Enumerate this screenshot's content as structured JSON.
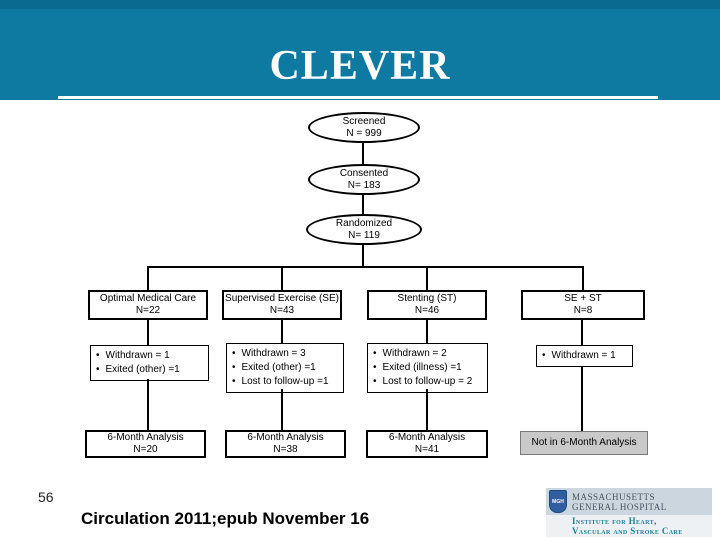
{
  "slide": {
    "title": "CLEVER",
    "page_number": "56",
    "citation": "Circulation 2011;epub November 16"
  },
  "colors": {
    "header_teal": "#0E7AA2",
    "header_top_strip": "#0B6A8F",
    "gray_outcome_box": "#C9C9C9",
    "logo_top_bg": "#CBD6DF",
    "logo_bottom_bg": "#EDF1F4",
    "logo_teal_text": "#1B7FA0",
    "shield_blue": "#2F5F9E"
  },
  "flowchart": {
    "stages": [
      {
        "label": "Screened",
        "n": "N = 999"
      },
      {
        "label": "Consented",
        "n": "N= 183"
      },
      {
        "label": "Randomized",
        "n": "N= 119"
      }
    ],
    "arms": [
      {
        "label": "Optimal Medical Care",
        "n": "N=22"
      },
      {
        "label": "Supervised Exercise (SE)",
        "n": "N=43"
      },
      {
        "label": "Stenting (ST)",
        "n": "N=46"
      },
      {
        "label": "SE + ST",
        "n": "N=8"
      }
    ],
    "withdrawals": [
      {
        "items": [
          "Withdrawn = 1",
          "Exited (other) =1"
        ]
      },
      {
        "items": [
          "Withdrawn = 3",
          "Exited (other) =1",
          "Lost to follow-up =1"
        ]
      },
      {
        "items": [
          "Withdrawn = 2",
          "Exited (illness) =1",
          "Lost to follow-up = 2"
        ]
      },
      {
        "items": [
          "Withdrawn = 1"
        ]
      }
    ],
    "outcomes": [
      {
        "label": "6-Month Analysis",
        "n": "N=20"
      },
      {
        "label": "6-Month Analysis",
        "n": "N=38"
      },
      {
        "label": "6-Month Analysis",
        "n": "N=41"
      },
      {
        "label": "Not in 6-Month Analysis"
      }
    ]
  },
  "logo": {
    "shield_text": "MGH",
    "hospital_line1": "MASSACHUSETTS",
    "hospital_line2": "GENERAL HOSPITAL",
    "institute_line1": "Institute for Heart,",
    "institute_line2": "Vascular and Stroke Care"
  }
}
